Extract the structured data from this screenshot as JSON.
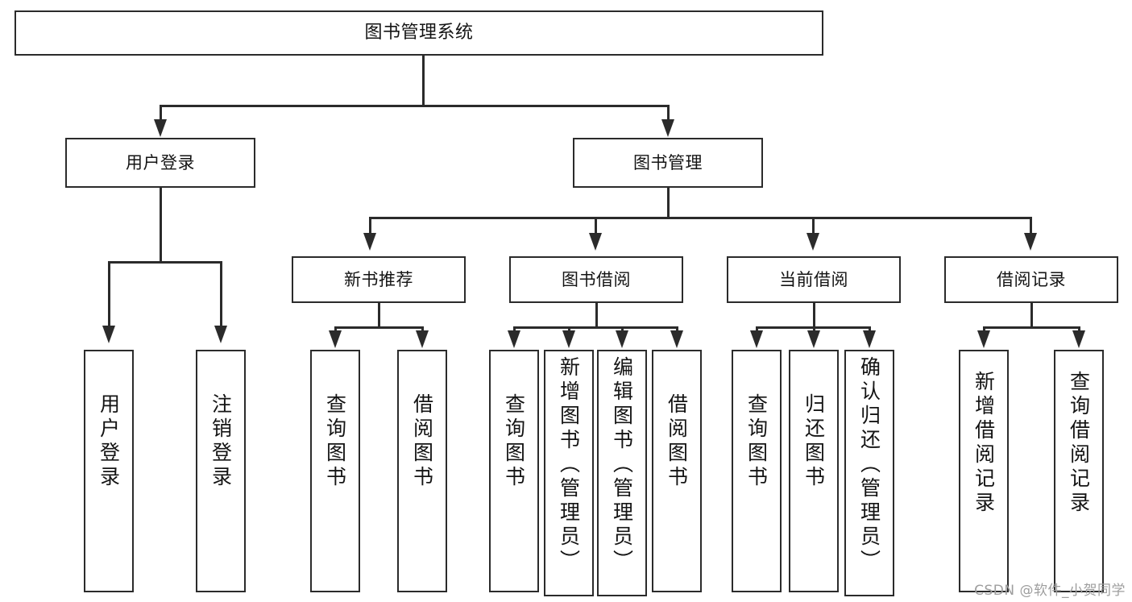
{
  "diagram": {
    "title": "图书管理系统",
    "type": "hierarchy-tree",
    "root": {
      "id": "root",
      "label": "图书管理系统"
    },
    "level2": [
      {
        "id": "user-login",
        "label": "用户登录"
      },
      {
        "id": "book-manage",
        "label": "图书管理"
      }
    ],
    "level3": [
      {
        "id": "new-book-rec",
        "label": "新书推荐"
      },
      {
        "id": "book-borrow",
        "label": "图书借阅"
      },
      {
        "id": "current-borrow",
        "label": "当前借阅"
      },
      {
        "id": "borrow-record",
        "label": "借阅记录"
      }
    ],
    "leaves": {
      "user_login": [
        {
          "id": "leaf-user-login",
          "label": "用户登录"
        },
        {
          "id": "leaf-logout",
          "label": "注销登录"
        }
      ],
      "new_book_rec": [
        {
          "id": "leaf-query-book-1",
          "label": "查询图书"
        },
        {
          "id": "leaf-borrow-book-1",
          "label": "借阅图书"
        }
      ],
      "book_borrow": [
        {
          "id": "leaf-query-book-2",
          "label": "查询图书"
        },
        {
          "id": "leaf-add-book",
          "label": "新增图书（管理员）"
        },
        {
          "id": "leaf-edit-book",
          "label": "编辑图书（管理员）"
        },
        {
          "id": "leaf-borrow-book-2",
          "label": "借阅图书"
        }
      ],
      "current_borrow": [
        {
          "id": "leaf-query-book-3",
          "label": "查询图书"
        },
        {
          "id": "leaf-return-book",
          "label": "归还图书"
        },
        {
          "id": "leaf-confirm-return",
          "label": "确认归还（管理员）"
        }
      ],
      "borrow_record": [
        {
          "id": "leaf-add-record",
          "label": "新增借阅记录"
        },
        {
          "id": "leaf-query-record",
          "label": "查询借阅记录"
        }
      ]
    }
  },
  "colors": {
    "stroke": "#2b2b2b",
    "fill": "#ffffff",
    "text": "#141414",
    "watermark": "#9e9e9e"
  },
  "watermark": {
    "text": "CSDN @软件_小贺同学"
  }
}
